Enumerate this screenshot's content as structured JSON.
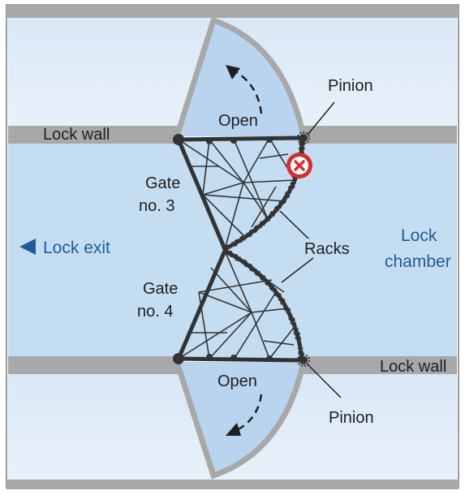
{
  "labels": {
    "lock_wall_top": "Lock wall",
    "lock_wall_bottom": "Lock wall",
    "open_top": "Open",
    "open_bottom": "Open",
    "pinion_top": "Pinion",
    "pinion_bottom": "Pinion",
    "gate3_line1": "Gate",
    "gate3_line2": "no. 3",
    "gate4_line1": "Gate",
    "gate4_line2": "no. 4",
    "racks": "Racks",
    "lock_exit": "Lock exit",
    "lock_chamber_line1": "Lock",
    "lock_chamber_line2": "chamber"
  },
  "icons": {
    "fault_marker": "x-circle-icon",
    "exit_arrow": "left-triangle-icon"
  },
  "colors": {
    "water": "#c5ddf1",
    "recess": "#b9d4ee",
    "wall": "#a8a8a8",
    "structure": "#333333",
    "fault": "#d32f2f",
    "accent_text": "#1f5c99"
  }
}
